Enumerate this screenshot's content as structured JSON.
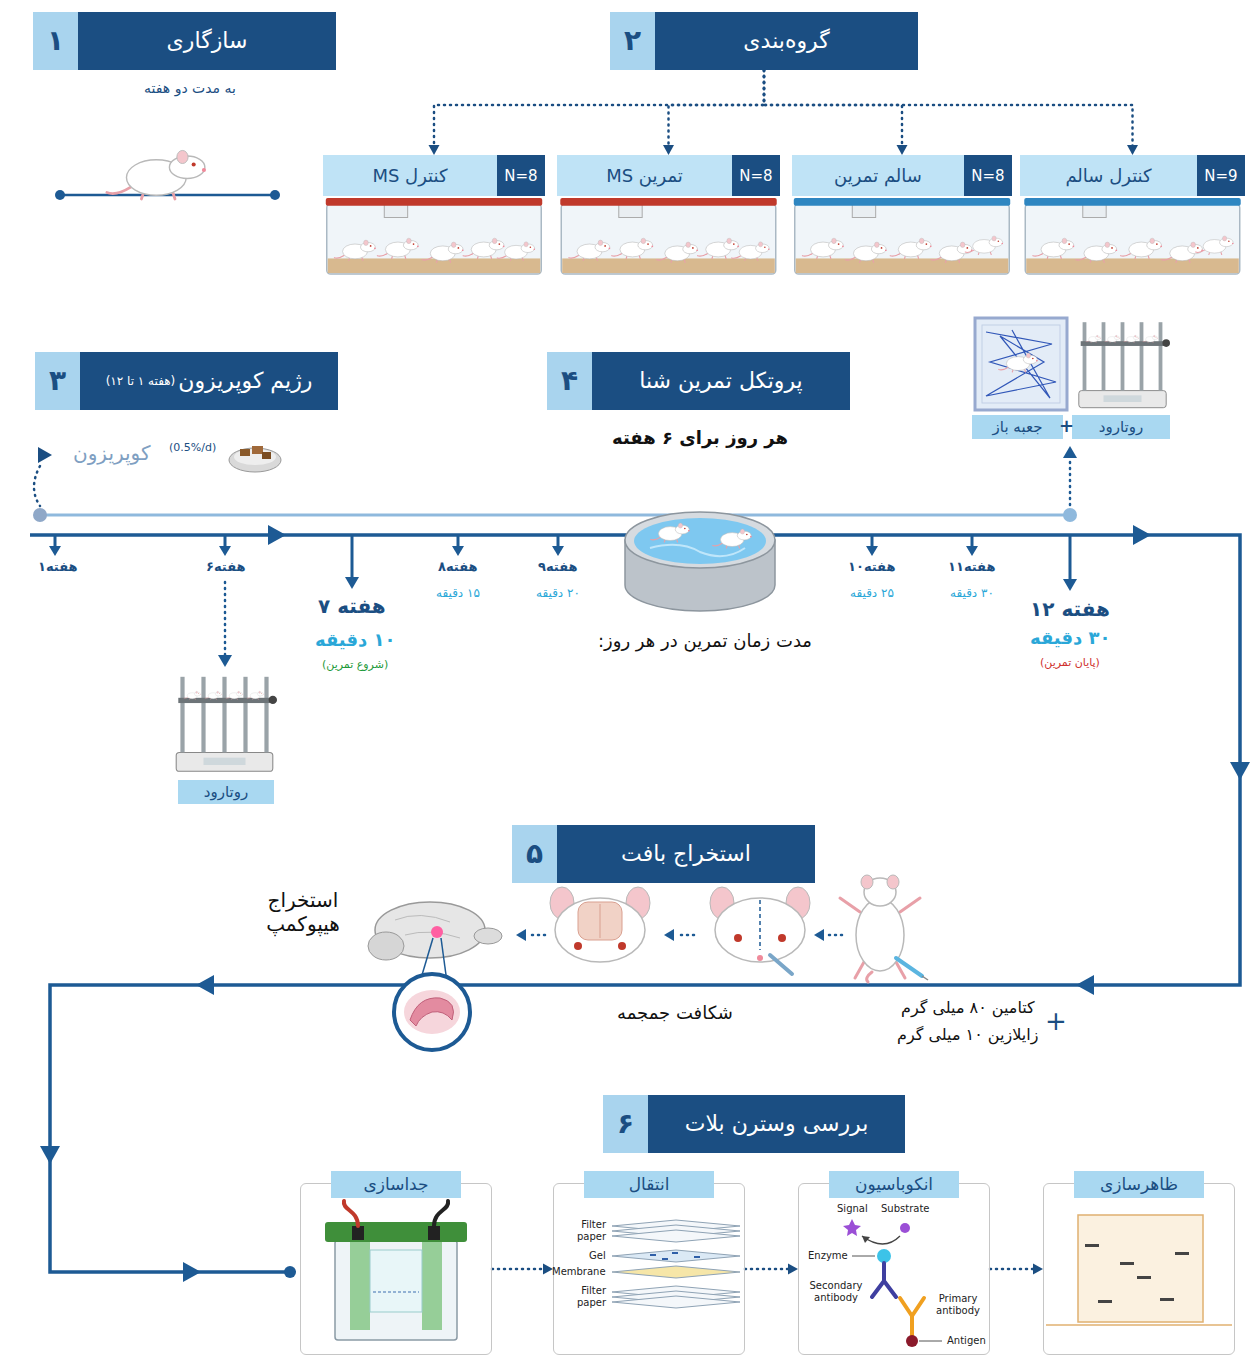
{
  "diagram": {
    "nodes": [
      {
        "text": [
          "۱",
          "سازگاری"
        ]
      },
      {
        "text": [
          "۲",
          "گروه‌بندی"
        ]
      },
      {
        "text": [
          "N=9",
          "کنترل سالم"
        ]
      },
      {
        "text": [
          "N=8",
          "سالم تمرین"
        ]
      },
      {
        "text": [
          "N=8",
          "MS تمرین"
        ]
      },
      {
        "text": [
          "N=8",
          "کنترل MS"
        ]
      },
      {
        "text": [
          "۳",
          "رژیم کوپریزون",
          "(هفته ۱ تا ۱۲)"
        ]
      },
      {
        "text": [
          "۴",
          "پروتکل تمرین شنا"
        ]
      },
      {
        "text": [
          "جعبه باز"
        ]
      },
      {
        "text": [
          "روتارود"
        ]
      },
      {
        "text": [
          "روتارود"
        ]
      },
      {
        "text": [
          "۵",
          "استخراج بافت"
        ]
      },
      {
        "text": [
          "۶",
          "بررسی وسترن بلات"
        ]
      },
      {
        "text": [
          "ظاهرسازی"
        ]
      },
      {
        "text": [
          "انکوباسیون"
        ]
      },
      {
        "text": [
          "انتقال"
        ]
      },
      {
        "text": [
          "جداسازی"
        ]
      }
    ],
    "edges": [
      {
        "from": 1,
        "to": 2,
        "arrow": "to"
      },
      {
        "from": 1,
        "to": 3,
        "arrow": "to"
      },
      {
        "from": 1,
        "to": 4,
        "arrow": "to"
      },
      {
        "from": 1,
        "to": 5,
        "arrow": "to"
      },
      {
        "from": 16,
        "to": 15,
        "arrow": "to"
      },
      {
        "from": 15,
        "to": 14,
        "arrow": "to"
      },
      {
        "from": 14,
        "to": 13,
        "arrow": "to"
      }
    ],
    "labels": [
      "به مدت دو هفته",
      "(0.5%/d)",
      "کوپریزون",
      "هر روز برای ۶ هفته",
      "+",
      "هفته۱",
      "هفته۶",
      "هفته ۷",
      "۱۰ دقیقه",
      "(شروع تمرین)",
      "هفته۸",
      "۱۵ دقیقه",
      "هفته۹",
      "۲۰ دقیقه",
      "مدت زمان تمرین در هر روز:",
      "هفته۱۰",
      "۲۵ دقیقه",
      "هفته۱۱",
      "۳۰ دقیقه",
      "هفته ۱۲",
      "۳۰ دقیقه",
      "(پایان تمرین)",
      "استخراج هیپوکمپ",
      "شکافت جمجمه",
      "+",
      "کتامین ۸۰ میلی گرم",
      "زایلازین ۱۰ میلی گرم",
      "Filter paper",
      "Gel",
      "Membrane",
      "Filter paper",
      "Signal",
      "Substrate",
      "Enzyme",
      "Secondary antibody",
      "Primary antibody",
      "Antigen"
    ]
  }
}
